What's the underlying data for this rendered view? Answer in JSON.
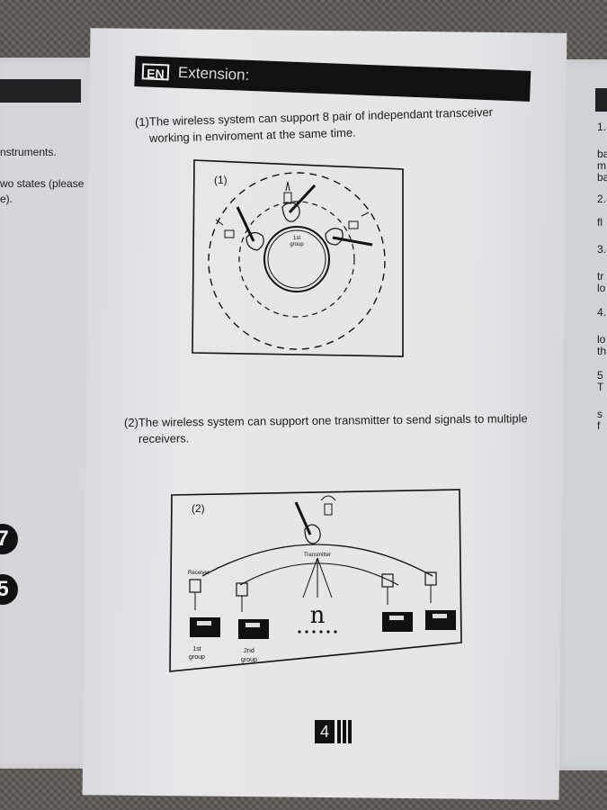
{
  "left_panel": {
    "line1": "nstruments.",
    "line2": "wo states (please",
    "line3": "e).",
    "badge_top": "7",
    "badge_bottom": "5"
  },
  "header": {
    "badge": "EN",
    "title": "Extension:"
  },
  "section1": {
    "line1": "(1)The wireless system can support  8 pair of independant    transceiver",
    "line2": "working in enviroment at the same  time.",
    "figure_label": "(1)",
    "group_label_top": "1st",
    "group_label_bottom": "group"
  },
  "section2": {
    "line1": "(2)The wireless system can support  one transmitter to send signals to multiple",
    "line2": "receivers.",
    "figure_label": "(2)",
    "transmitter_label": "Transmitter",
    "receiver_label": "Receiver",
    "n_label": "n",
    "group1_top": "1st",
    "group1_bottom": "group",
    "group2_top": "2nd",
    "group2_bottom": "group"
  },
  "right_panel": {
    "rows": [
      "1.",
      "ba",
      "m",
      "ba",
      "2.",
      "fl",
      "3.",
      "tr",
      "lo",
      "4.",
      "lo",
      "th",
      "5",
      "T",
      "s",
      "f"
    ]
  },
  "page_number": "4"
}
